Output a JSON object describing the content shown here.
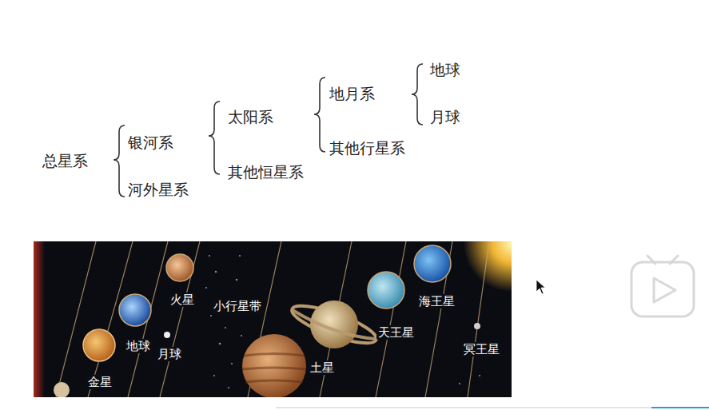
{
  "diagram": {
    "labels": [
      "总星系",
      "银河系",
      "河外星系",
      "太阳系",
      "其他恒星系",
      "地月系",
      "其他行星系",
      "地球",
      "月球",
      "金星",
      "地球",
      "月球",
      "火星",
      "小行星带",
      "土星",
      "天王星",
      "海王星",
      "冥王星"
    ]
  }
}
